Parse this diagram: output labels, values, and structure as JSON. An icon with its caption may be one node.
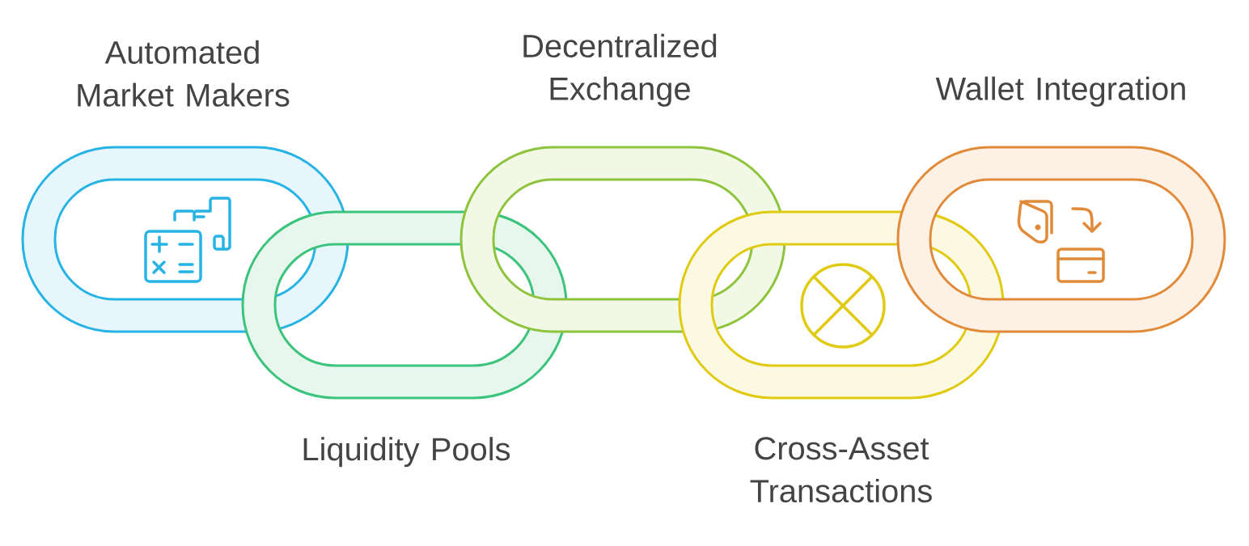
{
  "diagram": {
    "nodes": [
      {
        "text": [
          "Automated Market Makers"
        ]
      },
      {
        "text": [
          "Liquidity Pools"
        ]
      },
      {
        "text": [
          "Decentralized Exchange"
        ]
      },
      {
        "text": [
          "Cross-Asset Transactions"
        ]
      },
      {
        "text": [
          "Wallet Integration"
        ]
      }
    ]
  }
}
